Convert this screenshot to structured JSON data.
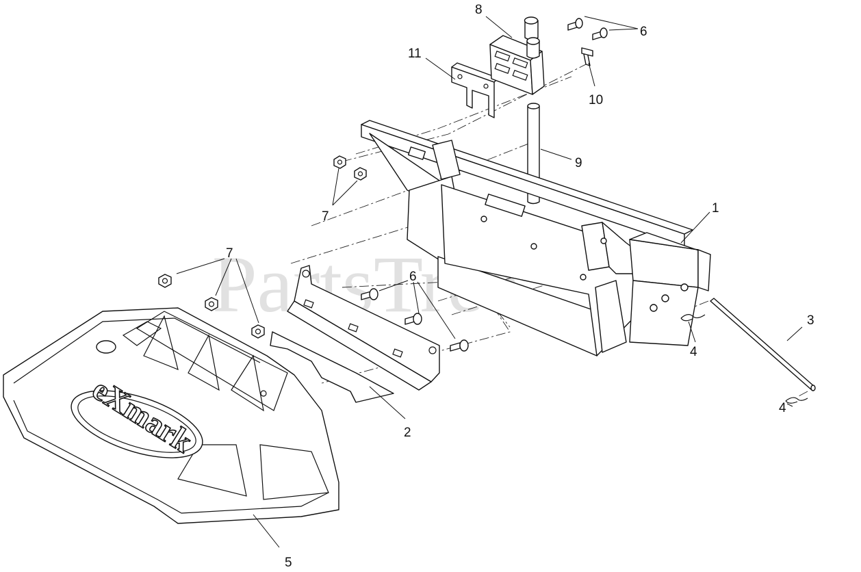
{
  "watermark": "PartsTree",
  "watermark_tm": "™",
  "brand_logo": "eXmark",
  "callouts": {
    "c1": "1",
    "c2": "2",
    "c3": "3",
    "c4a": "4",
    "c4b": "4",
    "c5": "5",
    "c6a": "6",
    "c6b": "6",
    "c7a": "7",
    "c7b": "7",
    "c8": "8",
    "c9": "9",
    "c10": "10",
    "c11": "11"
  }
}
